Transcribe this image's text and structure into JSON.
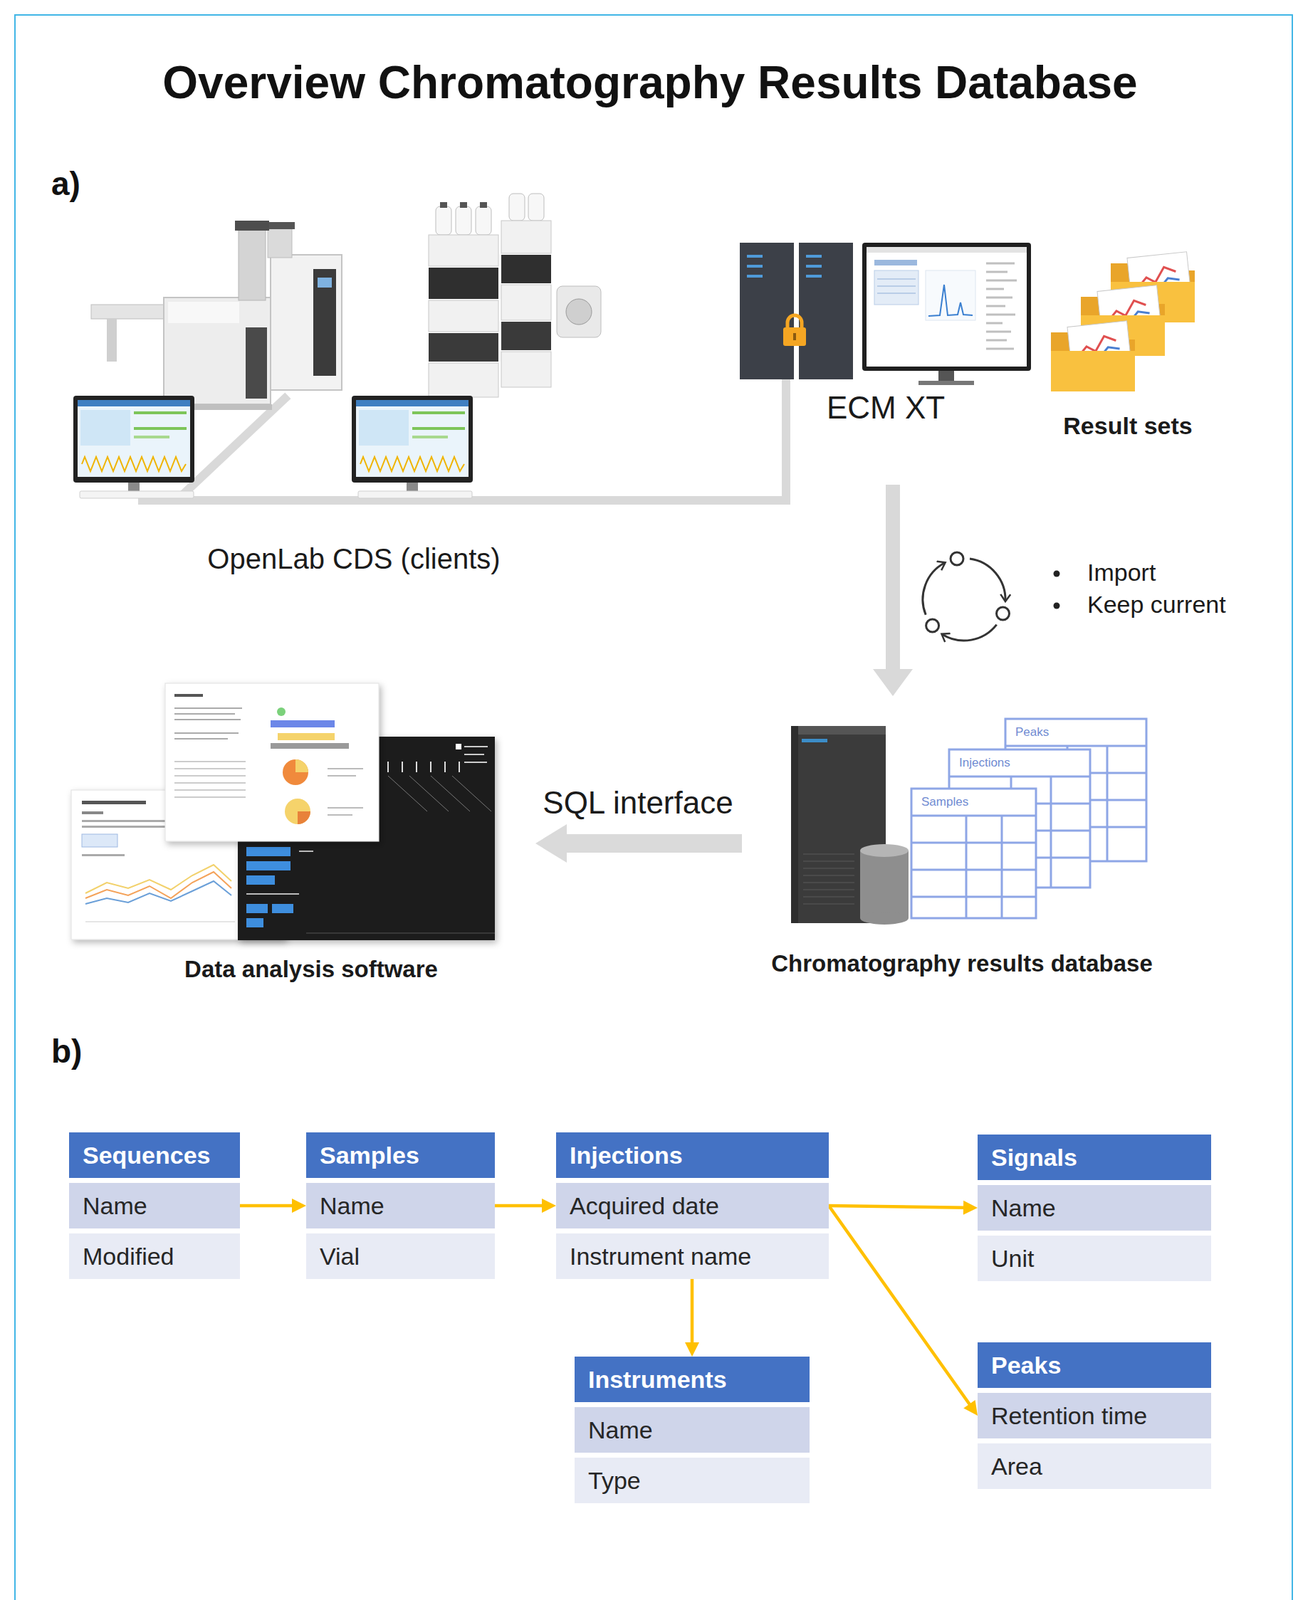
{
  "diagram": {
    "title": "Overview Chromatography Results Database",
    "nodes": [
      {
        "text": [
          "Sequences",
          "Name",
          "Modified"
        ]
      },
      {
        "text": [
          "Samples",
          "Name",
          "Vial"
        ]
      },
      {
        "text": [
          "Injections",
          "Acquired date",
          "Instrument name"
        ]
      },
      {
        "text": [
          "Signals",
          "Name",
          "Unit"
        ]
      },
      {
        "text": [
          "Peaks",
          "Retention time",
          "Area"
        ]
      },
      {
        "text": [
          "Instruments",
          "Name",
          "Type"
        ]
      }
    ],
    "edges": [
      {
        "from": 0,
        "to": 1,
        "arrow": "to"
      },
      {
        "from": 1,
        "to": 2,
        "arrow": "to"
      },
      {
        "from": 2,
        "to": 3,
        "arrow": "to"
      },
      {
        "from": 2,
        "to": 4,
        "arrow": "to"
      },
      {
        "from": 2,
        "to": 5,
        "arrow": "to"
      }
    ],
    "labels": [
      "a)",
      "OpenLab CDS (clients)",
      "ECM XT",
      "Result sets",
      "Import",
      "Keep current",
      "SQL interface",
      "Data analysis software",
      "Peaks",
      "Injections",
      "Samples",
      "Chromatography results database",
      "b)"
    ]
  }
}
